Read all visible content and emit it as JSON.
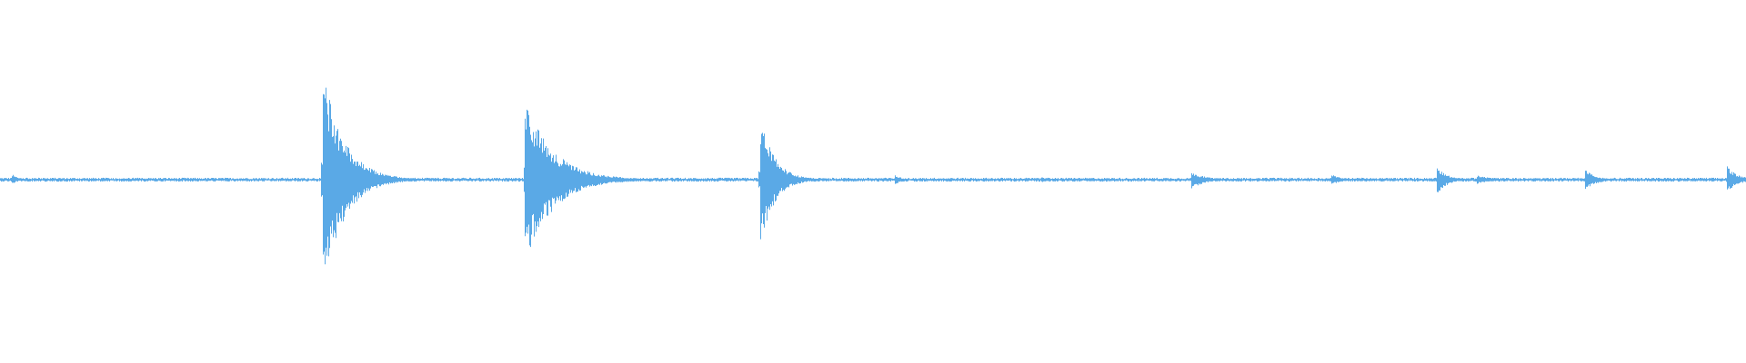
{
  "waveform": {
    "color": "#5aa9e6",
    "background": "#ffffff",
    "duration_fraction_axis": [
      0,
      1
    ],
    "amplitude_axis": [
      -1,
      1
    ],
    "noise_floor": 0.012,
    "transients": [
      {
        "time": 0.0065,
        "peak_pos": 0.05,
        "peak_neg": 0.04,
        "decay": 0.004
      },
      {
        "time": 0.0585,
        "peak_pos": 0.02,
        "peak_neg": 0.02,
        "decay": 0.004
      },
      {
        "time": 0.1845,
        "peak_pos": 0.98,
        "peak_neg": 0.99,
        "decay": 0.012
      },
      {
        "time": 0.3005,
        "peak_pos": 0.7,
        "peak_neg": 0.72,
        "decay": 0.016
      },
      {
        "time": 0.435,
        "peak_pos": 0.57,
        "peak_neg": 0.59,
        "decay": 0.008
      },
      {
        "time": 0.512,
        "peak_pos": 0.05,
        "peak_neg": 0.05,
        "decay": 0.004
      },
      {
        "time": 0.596,
        "peak_pos": 0.03,
        "peak_neg": 0.03,
        "decay": 0.004
      },
      {
        "time": 0.682,
        "peak_pos": 0.07,
        "peak_neg": 0.08,
        "decay": 0.008
      },
      {
        "time": 0.762,
        "peak_pos": 0.05,
        "peak_neg": 0.05,
        "decay": 0.006
      },
      {
        "time": 0.8225,
        "peak_pos": 0.12,
        "peak_neg": 0.13,
        "decay": 0.006
      },
      {
        "time": 0.8455,
        "peak_pos": 0.04,
        "peak_neg": 0.04,
        "decay": 0.01
      },
      {
        "time": 0.9075,
        "peak_pos": 0.09,
        "peak_neg": 0.1,
        "decay": 0.006
      },
      {
        "time": 0.989,
        "peak_pos": 0.12,
        "peak_neg": 0.12,
        "decay": 0.006
      }
    ]
  }
}
